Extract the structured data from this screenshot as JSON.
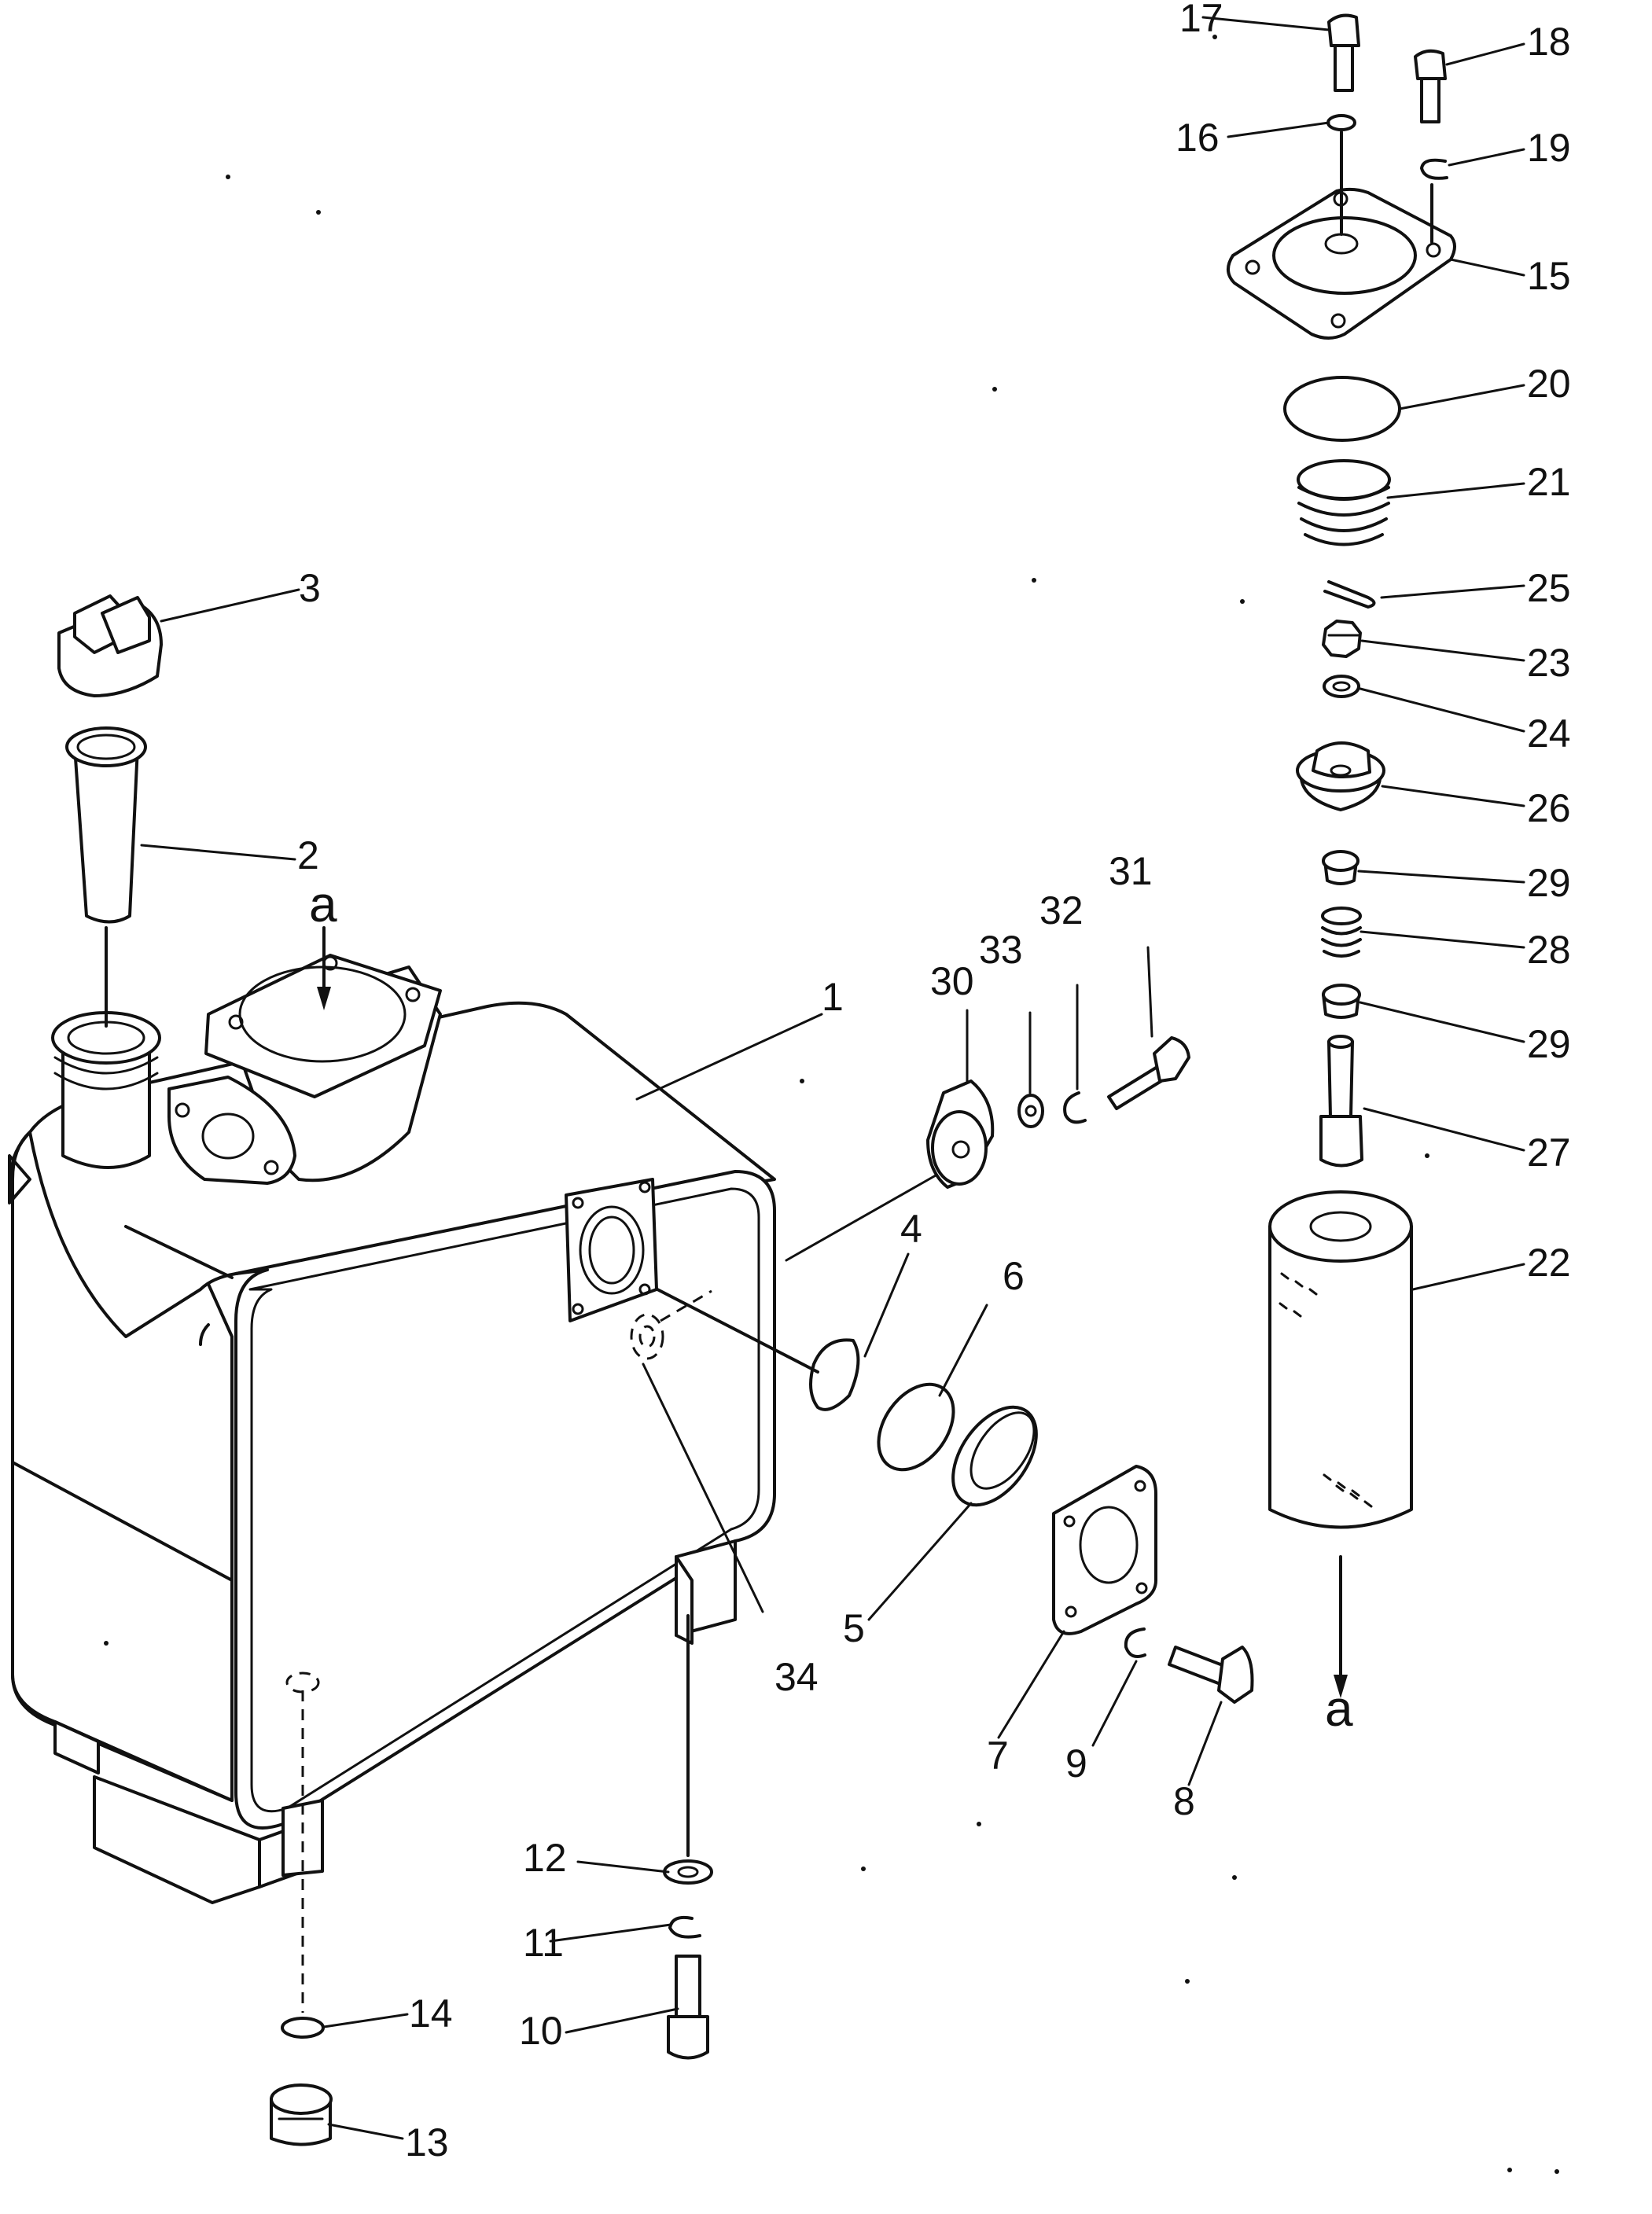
{
  "diagram": {
    "reference_label": "a",
    "callouts": [
      "1",
      "2",
      "3",
      "4",
      "5",
      "6",
      "7",
      "8",
      "9",
      "10",
      "11",
      "12",
      "13",
      "14",
      "15",
      "16",
      "17",
      "18",
      "19",
      "20",
      "21",
      "22",
      "23",
      "24",
      "25",
      "26",
      "27",
      "28",
      "29",
      "29",
      "30",
      "31",
      "32",
      "33",
      "34"
    ]
  }
}
